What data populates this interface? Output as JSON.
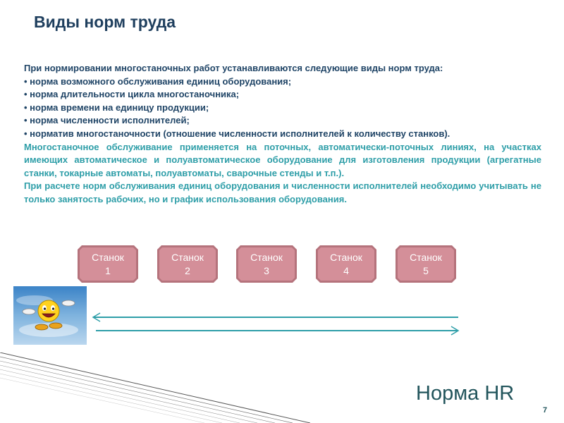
{
  "slide": {
    "title": "Виды норм труда",
    "intro": "При нормировании многостаночных работ устанавливаются следующие виды норм труда:",
    "bullets": [
      "• норма возможного обслуживания единиц оборудования;",
      "• норма длительности цикла многостаночника;",
      "• норма времени на единицу продукции;",
      "• норма численности исполнителей;",
      "• норматив многостаночности (отношение численности исполнителей к количеству станков)."
    ],
    "paragraph_1": "Многостаночное обслуживание применяется на поточных, автоматически-поточных линиях, на участках имеющих автоматическое и полуавтоматическое оборудование для изготовления продукции (агрегатные станки, токарные автоматы, полуавтоматы, сварочные стенды и т.п.).",
    "paragraph_2": "При расчете норм обслуживания единиц оборудования и численности исполнителей необходимо учитывать не только занятость рабочих, но и график использования оборудования.",
    "machines": [
      {
        "label": "Станок",
        "number": "1"
      },
      {
        "label": "Станок",
        "number": "2"
      },
      {
        "label": "Станок",
        "number": "3"
      },
      {
        "label": "Станок",
        "number": "4"
      },
      {
        "label": "Станок",
        "number": "5"
      }
    ],
    "brand": "Норма HR",
    "page_number": "7"
  },
  "colors": {
    "title": "#1f3f5e",
    "body_text": "#1f4466",
    "accent_text": "#2e9ea8",
    "machine_fill": "#d48f99",
    "machine_border": "#b5737c",
    "arrow": "#2e9ea8",
    "brand": "#22555c"
  },
  "icons": {
    "emoji": "smiley-face-icon"
  }
}
